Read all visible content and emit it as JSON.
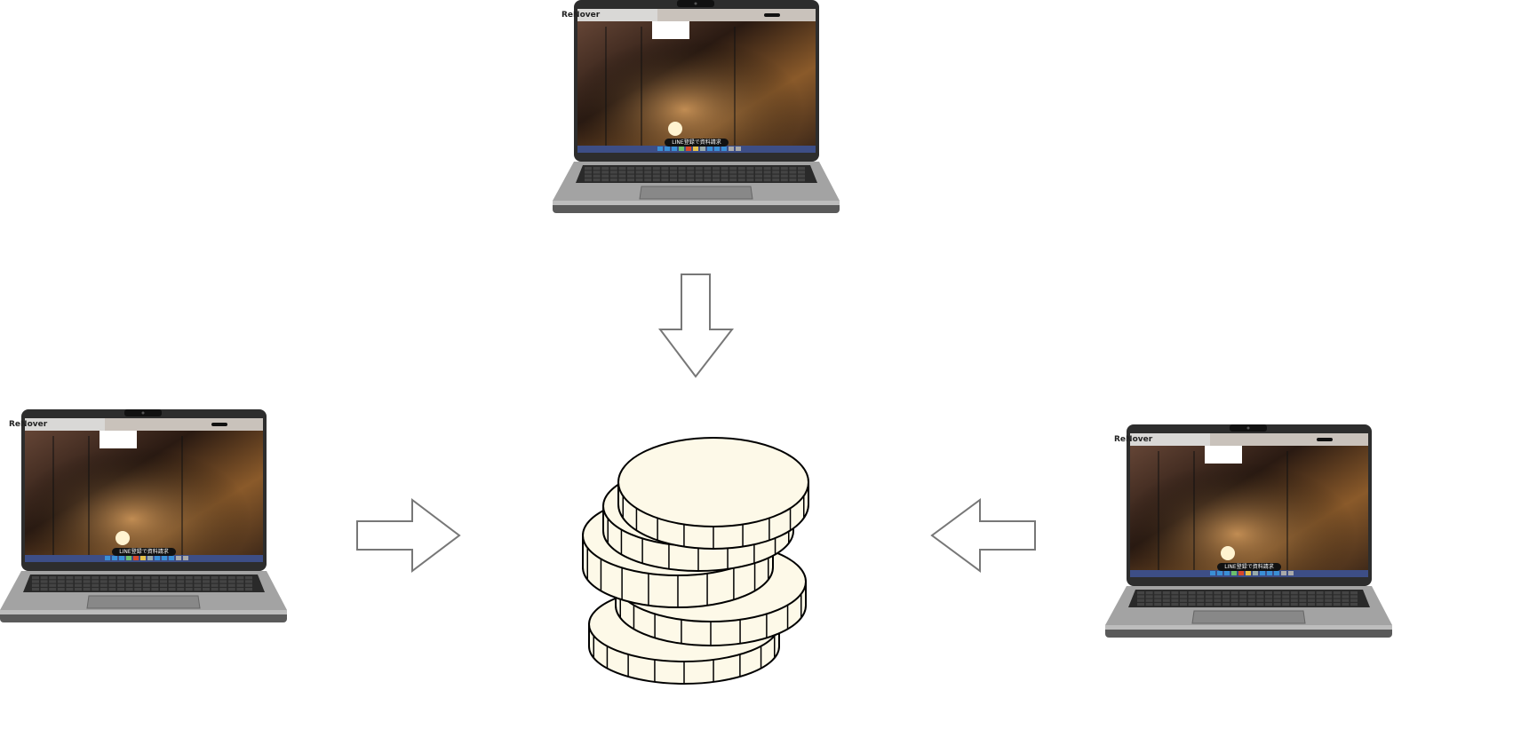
{
  "laptop_screen": {
    "logo": "ReNover",
    "cta": "LINE登録で資料請求"
  },
  "laptops": [
    "top",
    "left",
    "right"
  ],
  "colors": {
    "coin_fill": "#fdf9e8",
    "arrow_stroke": "#777777",
    "laptop_body": "#a3a3a3",
    "bezel": "#2d2d2d",
    "taskbar": "#3d4e86"
  }
}
